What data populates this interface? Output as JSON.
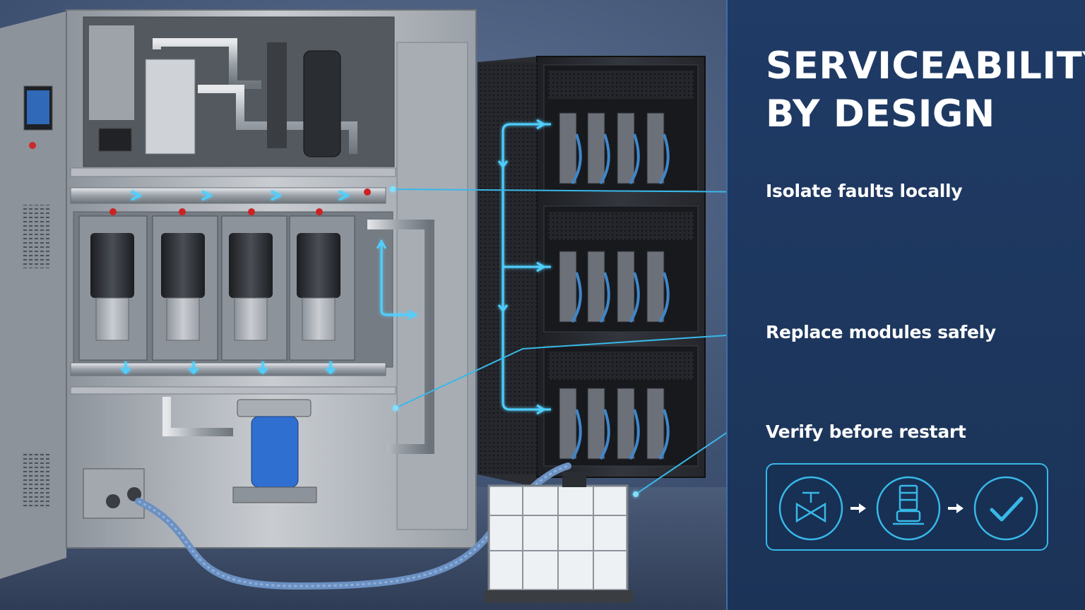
{
  "panel": {
    "title_line1": "SERVICEABILITY",
    "title_line2": "BY DESIGN",
    "steps": [
      {
        "label": "Isolate faults locally"
      },
      {
        "label": "Replace modules safely"
      },
      {
        "label": "Verify before restart"
      }
    ],
    "flow_icons": [
      "valve-icon",
      "arrow-right-icon",
      "pump-module-icon",
      "arrow-right-icon",
      "checkmark-icon"
    ]
  },
  "colors": {
    "panel_bg": "#1f3b66",
    "accent_cyan": "#38b8e8",
    "flow_blue": "#4fd0ff",
    "steel": "#b8bcc2",
    "rack_dark": "#2a2d33",
    "filter_blue": "#2f6fd0"
  }
}
